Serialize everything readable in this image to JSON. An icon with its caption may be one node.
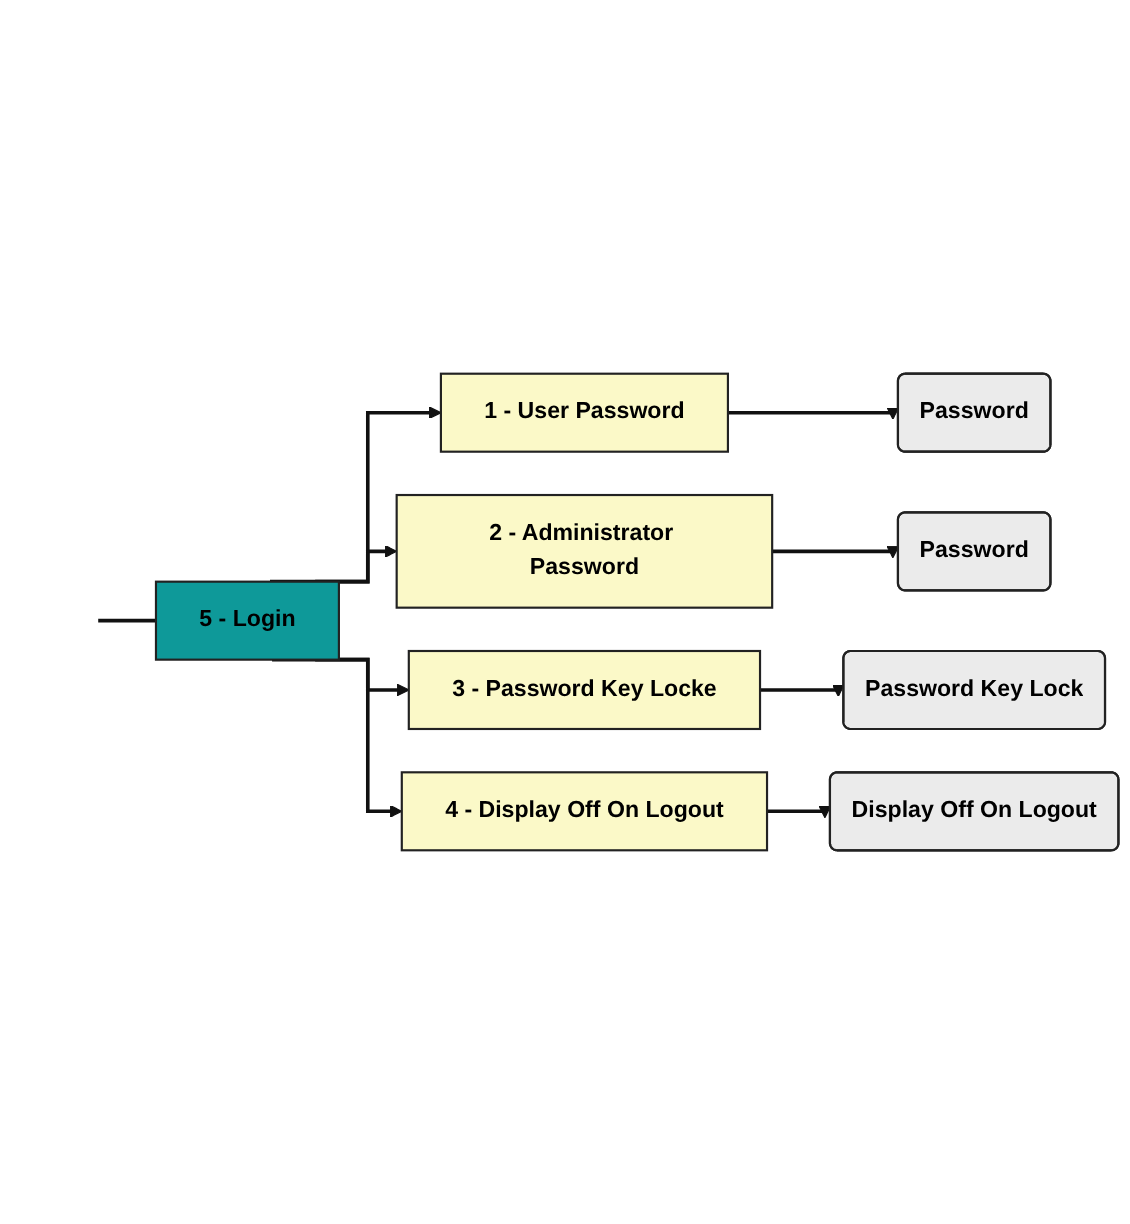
{
  "diagram": {
    "nodes": [
      {
        "text": [
          "5 - Login"
        ]
      },
      {
        "text": [
          "1 - User Password"
        ]
      },
      {
        "text": [
          "Password"
        ]
      },
      {
        "text": [
          "2 - Administrator Password"
        ]
      },
      {
        "text": [
          "Password"
        ]
      },
      {
        "text": [
          "3 - Password Key Locke"
        ]
      },
      {
        "text": [
          "Password Key Lock"
        ]
      },
      {
        "text": [
          "4 - Display Off On Logout"
        ]
      },
      {
        "text": [
          "Display Off On Logout"
        ]
      }
    ],
    "edges": [
      {
        "from": null,
        "to": 0,
        "arrow": "none"
      },
      {
        "from": 0,
        "to": 1,
        "arrow": "to"
      },
      {
        "from": 1,
        "to": 2,
        "arrow": "to"
      },
      {
        "from": 0,
        "to": 3,
        "arrow": "to"
      },
      {
        "from": 3,
        "to": 4,
        "arrow": "to"
      },
      {
        "from": 0,
        "to": 5,
        "arrow": "to"
      },
      {
        "from": 5,
        "to": 6,
        "arrow": "to"
      },
      {
        "from": 0,
        "to": 7,
        "arrow": "to"
      },
      {
        "from": 7,
        "to": 8,
        "arrow": "to"
      }
    ]
  }
}
